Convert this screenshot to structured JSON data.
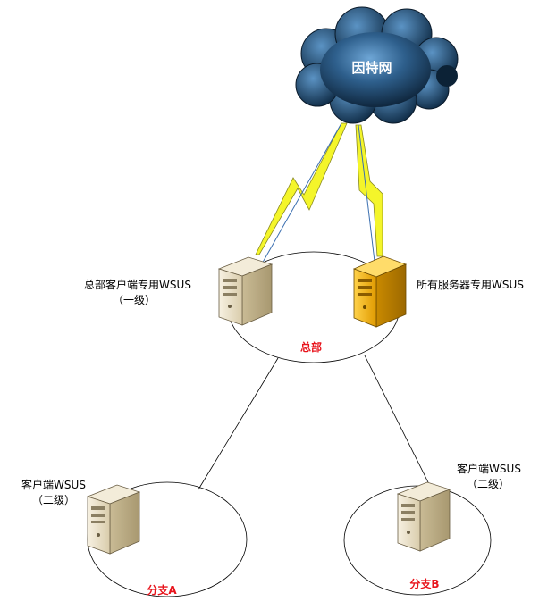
{
  "cloud": {
    "label": "因特网",
    "icon": "cloud-icon"
  },
  "headquarters": {
    "label": "总部",
    "client_server": {
      "label_line1": "总部客户端专用WSUS",
      "label_line2": "（一级）",
      "icon": "server-icon"
    },
    "server_server": {
      "label_line1": "所有服务器专用WSUS",
      "icon": "server-icon"
    }
  },
  "branch_a": {
    "label": "分支A",
    "server": {
      "label_line1": "客户端WSUS",
      "label_line2": "（二级）",
      "icon": "server-icon"
    }
  },
  "branch_b": {
    "label": "分支B",
    "server": {
      "label_line1": "客户端WSUS",
      "label_line2": "（二级）",
      "icon": "server-icon"
    }
  },
  "colors": {
    "site_label": "#e8141c",
    "cloud_dark": "#0c2236",
    "cloud_light": "#4a86b8",
    "lightning": "#f4f52a",
    "server_beige": "#efe6cf",
    "server_gold": "#f2b400",
    "link_line": "#000000"
  }
}
